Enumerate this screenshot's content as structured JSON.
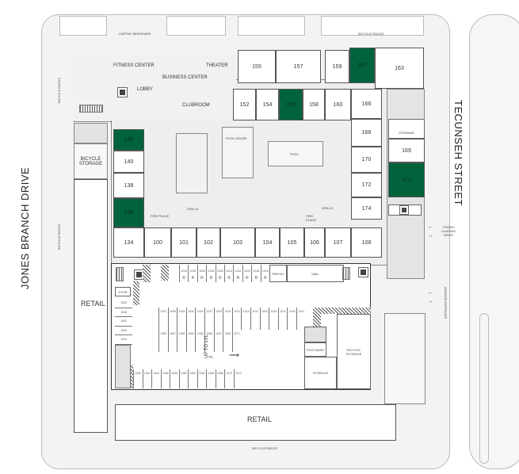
{
  "streets": {
    "west": "JONES BRANCH DRIVE",
    "east": "TECUNSEH STREET"
  },
  "labels": {
    "capital_bikeshare": "CAPITAL BIKESHARE",
    "bicycle_racks_top": "BICYCLE RACKS",
    "bicycle_racks_bottom": "BICYCLE RACKS",
    "bicycle_racks_left_1": "BICYCLE RACKS",
    "bicycle_racks_left_2": "BICYCLE RACKS",
    "fitness_center": "FITNESS CENTER",
    "business_center": "BUSINESS CENTER",
    "theater": "THEATER",
    "lobby": "LOBBY",
    "clubroom": "CLUBROOM",
    "pool_house": "POOL HOUSE",
    "pool": "POOL",
    "grills_1": "GRILLS",
    "grills_2": "GRILLS",
    "fire_place_1": "FIRE PLACE",
    "fire_place_2": "FIRE PLACE",
    "bicycle_storage": "BICYCLE STORAGE",
    "storage_east": "STORAGE",
    "retail_west": "RETAIL",
    "retail_south": "RETAIL",
    "trash_loading": "TRASH/ LOADING DRIVE",
    "garage_entrance": "GARAGE ENTRANCE",
    "parcel": "PARCEL",
    "mail": "MAIL",
    "stor": "STOR",
    "dog_wash": "DOG WASH",
    "garage_bicycle_storage": "BICYCLE STORAGE",
    "garage_storage": "STORAGE",
    "up_to_lvl2": "UP TO LVL 2"
  },
  "units": [
    {
      "label": "155",
      "highlighted": false
    },
    {
      "label": "157",
      "highlighted": false
    },
    {
      "label": "159",
      "highlighted": false
    },
    {
      "label": "161",
      "highlighted": true
    },
    {
      "label": "163",
      "highlighted": false
    },
    {
      "label": "152",
      "highlighted": false
    },
    {
      "label": "154",
      "highlighted": false
    },
    {
      "label": "156",
      "highlighted": true
    },
    {
      "label": "158",
      "highlighted": false
    },
    {
      "label": "160",
      "highlighted": false
    },
    {
      "label": "166",
      "highlighted": false
    },
    {
      "label": "168",
      "highlighted": false
    },
    {
      "label": "170",
      "highlighted": false
    },
    {
      "label": "172",
      "highlighted": false
    },
    {
      "label": "174",
      "highlighted": false
    },
    {
      "label": "169",
      "highlighted": false
    },
    {
      "label": "171",
      "highlighted": true
    },
    {
      "label": "142",
      "highlighted": true
    },
    {
      "label": "140",
      "highlighted": false
    },
    {
      "label": "138",
      "highlighted": false
    },
    {
      "label": "136",
      "highlighted": true
    },
    {
      "label": "134",
      "highlighted": false
    },
    {
      "label": "100",
      "highlighted": false
    },
    {
      "label": "101",
      "highlighted": false
    },
    {
      "label": "102",
      "highlighted": false
    },
    {
      "label": "103",
      "highlighted": false
    },
    {
      "label": "104",
      "highlighted": false
    },
    {
      "label": "105",
      "highlighted": false
    },
    {
      "label": "106",
      "highlighted": false
    },
    {
      "label": "107",
      "highlighted": false
    },
    {
      "label": "108",
      "highlighted": false
    }
  ],
  "parking": {
    "top_row": [
      "1034",
      "1032",
      "1030",
      "1028",
      "1026",
      "1024",
      "1022",
      "1020",
      "1018",
      "1016"
    ],
    "top_row_marker": "R",
    "middle_row": [
      "1037",
      "1035",
      "1033",
      "1031",
      "1029",
      "1027",
      "1025",
      "1023",
      "1021",
      "1019",
      "1017",
      "1015",
      "1013",
      "1011",
      "1009",
      "1007"
    ],
    "second_row": [
      "1055",
      "1057",
      "1059",
      "1061",
      "1063",
      "1065",
      "1067",
      "1069",
      "1071"
    ],
    "bottom_row": [
      "1050",
      "1052",
      "1054",
      "1056",
      "1058",
      "1060",
      "1062",
      "1064",
      "1066",
      "1068",
      "1070",
      "1072"
    ],
    "left_column": [
      "1039",
      "1048",
      "1042",
      "1040",
      "1044"
    ]
  },
  "colors": {
    "highlight": "#00633c"
  }
}
